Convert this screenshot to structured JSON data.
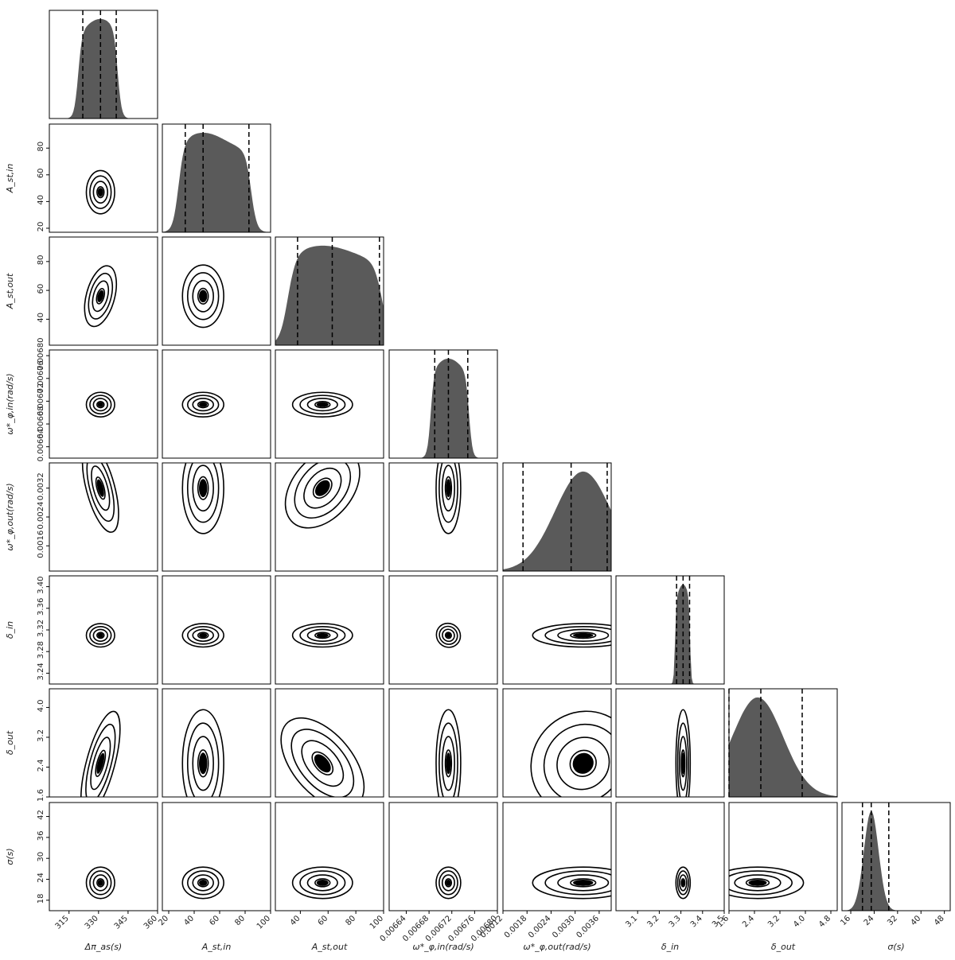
{
  "chart_data": {
    "type": "corner",
    "parameters": [
      {
        "label": "Δπ_as(s)",
        "ticks": [
          "315",
          "330",
          "345",
          "360"
        ],
        "range": [
          305,
          360
        ],
        "quantiles": [
          322,
          331,
          339
        ],
        "peak": 331,
        "sd": 4
      },
      {
        "label": "A_st,in",
        "ticks": [
          "20",
          "40",
          "60",
          "80",
          "100"
        ],
        "range": [
          15,
          100
        ],
        "quantiles": [
          33,
          47,
          83
        ],
        "peak": 47,
        "sd": 9
      },
      {
        "label": "A_st,out",
        "ticks": [
          "40",
          "60",
          "80",
          "100"
        ],
        "range": [
          22,
          100
        ],
        "quantiles": [
          38,
          63,
          97
        ],
        "peak": 56,
        "sd": 12
      },
      {
        "label": "ω*_φ,in(rad/s)",
        "ticks": [
          "0.00664",
          "0.00668",
          "0.00672",
          "0.00676",
          "0.00680"
        ],
        "range": [
          0.00661,
          0.0068
        ],
        "quantiles": [
          0.00669,
          0.006714,
          0.006748
        ],
        "peak": 0.006714,
        "sd": 1.2e-05
      },
      {
        "label": "ω*_φ,out(rad/s)",
        "ticks": [
          "0.0012",
          "0.0018",
          "0.0024",
          "0.0030",
          "0.0036"
        ],
        "range": [
          0.0012,
          0.0039
        ],
        "quantiles": [
          0.0017,
          0.0029,
          0.0038
        ],
        "peak": 0.0032,
        "sd": 0.0007
      },
      {
        "label": "δ_in",
        "ticks": [
          "3.1",
          "3.2",
          "3.3",
          "3.4",
          "3.5"
        ],
        "range": [
          3.0,
          3.5
        ],
        "quantiles": [
          3.28,
          3.31,
          3.34
        ],
        "peak": 3.31,
        "sd": 0.012
      },
      {
        "label": "δ_out",
        "ticks": [
          "1.6",
          "2.4",
          "3.2",
          "4.0",
          "4.8"
        ],
        "range": [
          1.6,
          5.0
        ],
        "quantiles": [
          1.6,
          2.6,
          3.9
        ],
        "peak": 2.5,
        "sd": 0.8
      },
      {
        "label": "σ(s)",
        "ticks": [
          "16",
          "24",
          "32",
          "40",
          "48"
        ],
        "range": [
          13,
          50
        ],
        "quantiles": [
          20,
          23,
          29
        ],
        "peak": 23,
        "sd": 2.5
      }
    ],
    "y_ticks": {
      "1": [
        "20",
        "40",
        "60",
        "80"
      ],
      "2": [
        "40",
        "60",
        "80"
      ],
      "3": [
        "0.00664",
        "0.00668",
        "0.00672",
        "0.00676",
        "0.00680"
      ],
      "4": [
        "0.0016",
        "0.0024",
        "0.0032"
      ],
      "5": [
        "3.24",
        "3.28",
        "3.32",
        "3.36",
        "3.40"
      ],
      "6": [
        "1.6",
        "2.4",
        "3.2",
        "4.0"
      ],
      "7": [
        "18",
        "24",
        "30",
        "36",
        "42"
      ]
    },
    "y_ranges": {
      "1": [
        17,
        98
      ],
      "2": [
        22,
        97
      ],
      "3": [
        0.00662,
        0.00681
      ],
      "4": [
        0.0009,
        0.0039
      ],
      "5": [
        3.22,
        3.42
      ],
      "6": [
        1.6,
        4.5
      ],
      "7": [
        15,
        46
      ]
    },
    "histogram_color": "#5a5a5a",
    "contour_levels": 4,
    "quantile_line_style": "dashed"
  }
}
